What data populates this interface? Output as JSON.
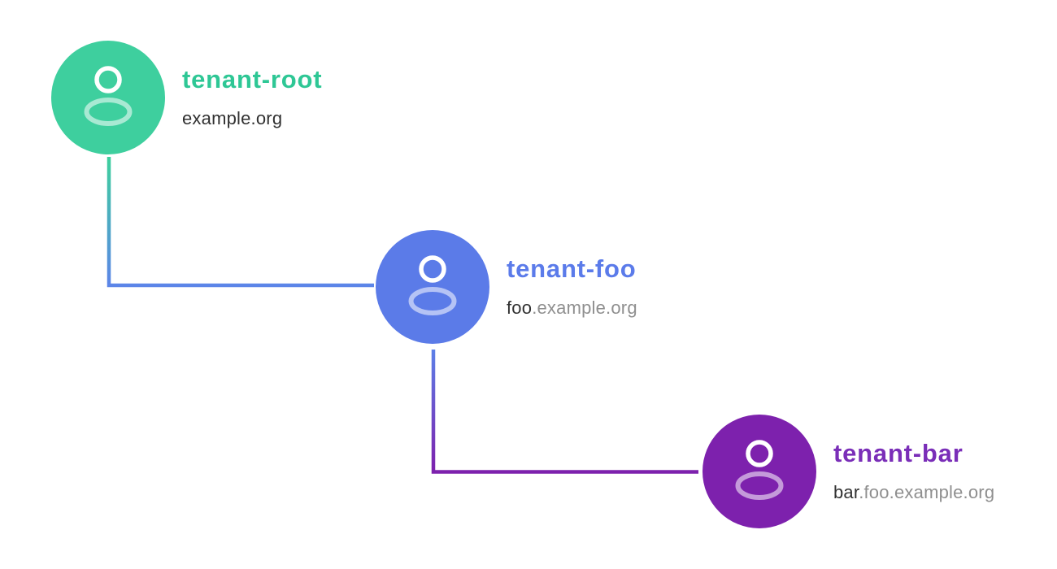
{
  "canvas": {
    "background": "#ffffff"
  },
  "palette": {
    "domain_strong_text": "#313131",
    "domain_muted_text": "#8f8f8f"
  },
  "nodes": [
    {
      "title": "tenant-root",
      "domain_strong": "example.org",
      "domain_muted": "",
      "circle_color": "#3ecf9e",
      "title_color": "#2ec795",
      "icon": "person"
    },
    {
      "title": "tenant-foo",
      "domain_strong": "foo",
      "domain_muted": ".example.org",
      "circle_color": "#5b7be8",
      "title_color": "#5b7bea",
      "icon": "person"
    },
    {
      "title": "tenant-bar",
      "domain_strong": "bar",
      "domain_muted": ".foo.example.org",
      "circle_color": "#7d21ad",
      "title_color": "#7a2eb8",
      "icon": "person"
    }
  ],
  "connectors": [
    {
      "from": "tenant-root",
      "to": "tenant-foo",
      "start_color": "#3ecf9e",
      "end_color": "#5c85e8"
    },
    {
      "from": "tenant-foo",
      "to": "tenant-bar",
      "start_color": "#5c80e8",
      "end_color": "#7d21ad"
    }
  ]
}
